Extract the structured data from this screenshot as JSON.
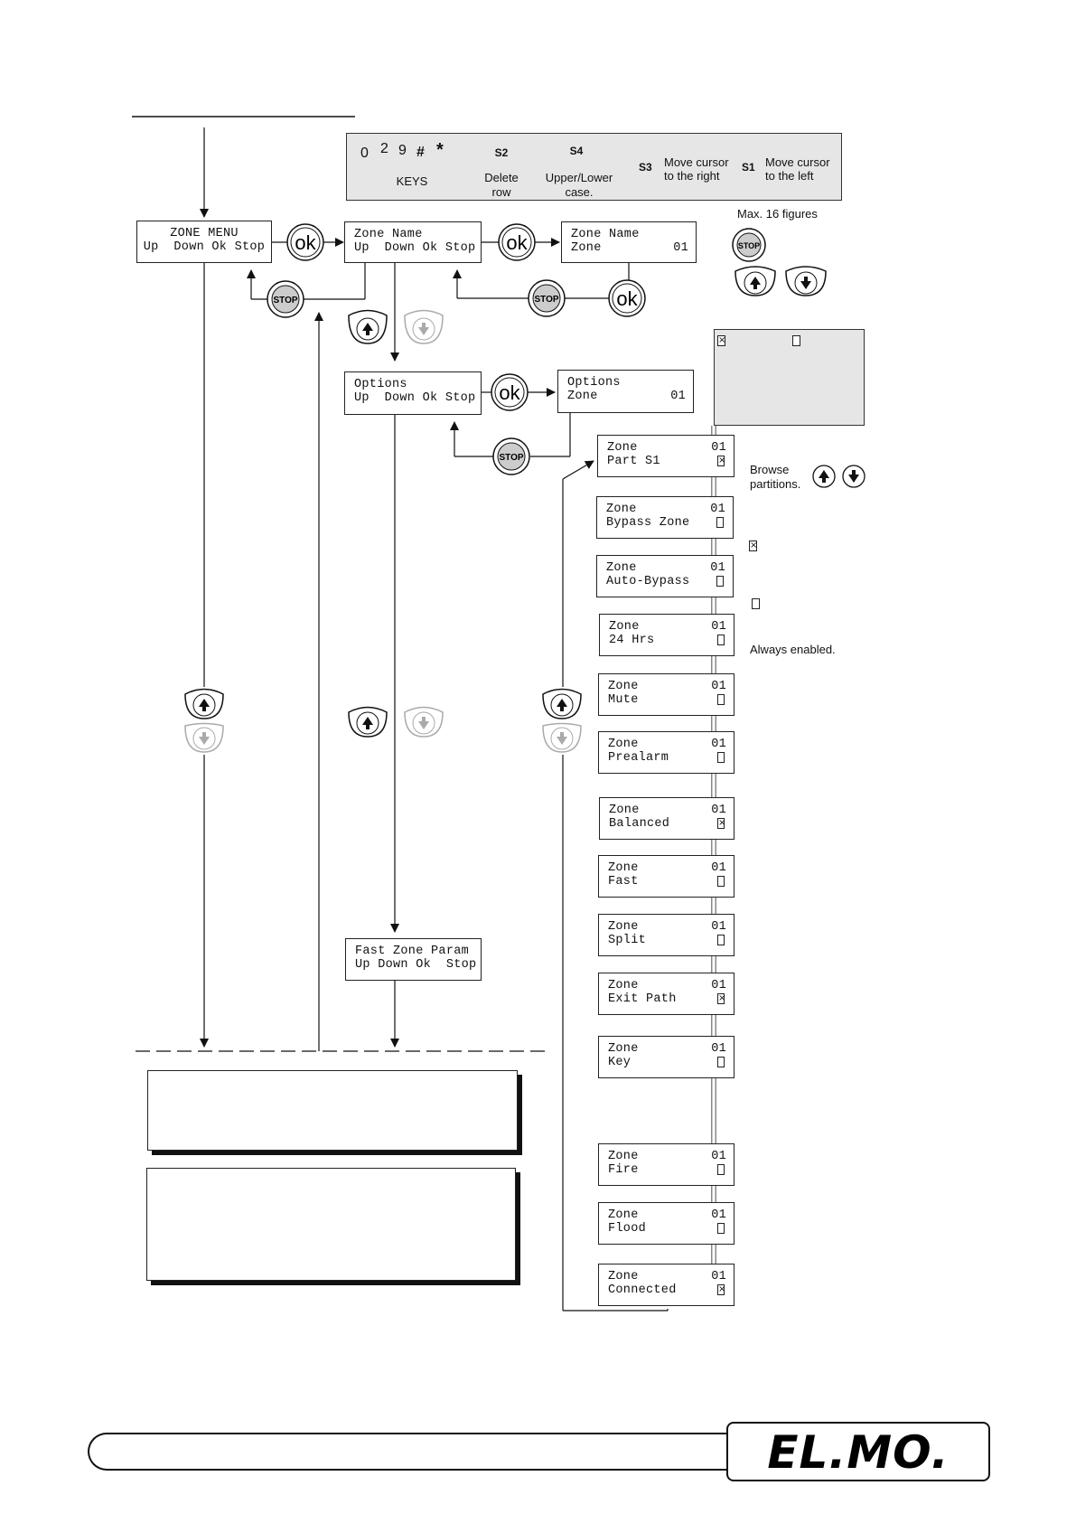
{
  "keys_bar": {
    "keys_label": "KEYS",
    "delete_key": "S2",
    "delete_label_1": "Delete",
    "delete_label_2": "row",
    "case_key": "S4",
    "case_label_1": "Upper/Lower",
    "case_label_2": "case.",
    "right_key": "S3",
    "right_label_1": "Move cursor",
    "right_label_2": "to the right",
    "left_key": "S1",
    "left_label_1": "Move cursor",
    "left_label_2": "to the left",
    "digit_keys": [
      "0",
      "2",
      "9",
      "#",
      "*"
    ]
  },
  "max_figures": "Max. 16 figures",
  "menus": {
    "zone_menu": {
      "l1": "ZONE MENU",
      "l2": "Up  Down Ok Stop"
    },
    "zone_name": {
      "l1": "Zone Name",
      "l2": "Up  Down Ok Stop"
    },
    "zone_name_edit": {
      "l1": "Zone Name",
      "l2": "Zone",
      "num": "01"
    },
    "options": {
      "l1": "Options",
      "l2": "Up  Down Ok Stop"
    },
    "options_zone": {
      "l1": "Options",
      "l2": "Zone",
      "num": "01"
    },
    "fast_zone": {
      "l1": "Fast Zone Param",
      "l2": "Up Down Ok  Stop"
    }
  },
  "options_list": [
    {
      "l1": "Zone",
      "num": "01",
      "l2": "Part S1",
      "checked": "X"
    },
    {
      "l1": "Zone",
      "num": "01",
      "l2": "Bypass Zone",
      "checked": ""
    },
    {
      "l1": "Zone",
      "num": "01",
      "l2": "Auto-Bypass",
      "checked": ""
    },
    {
      "l1": "Zone",
      "num": "01",
      "l2": "24 Hrs",
      "checked": ""
    },
    {
      "l1": "Zone",
      "num": "01",
      "l2": "Mute",
      "checked": ""
    },
    {
      "l1": "Zone",
      "num": "01",
      "l2": "Prealarm",
      "checked": ""
    },
    {
      "l1": "Zone",
      "num": "01",
      "l2": "Balanced",
      "checked": "X"
    },
    {
      "l1": "Zone",
      "num": "01",
      "l2": "Fast",
      "checked": ""
    },
    {
      "l1": "Zone",
      "num": "01",
      "l2": "Split",
      "checked": ""
    },
    {
      "l1": "Zone",
      "num": "01",
      "l2": "Exit Path",
      "checked": "X"
    },
    {
      "l1": "Zone",
      "num": "01",
      "l2": "Key",
      "checked": ""
    },
    {
      "l1": "Zone",
      "num": "01",
      "l2": "Fire",
      "checked": ""
    },
    {
      "l1": "Zone",
      "num": "01",
      "l2": "Flood",
      "checked": ""
    },
    {
      "l1": "Zone",
      "num": "01",
      "l2": "Connected",
      "checked": "X"
    }
  ],
  "side_notes": {
    "browse_1": "Browse",
    "browse_2": "partitions.",
    "always_enabled": "Always enabled."
  },
  "buttons": {
    "ok": "ok",
    "stop": "STOP"
  },
  "brand": "EL.MO."
}
